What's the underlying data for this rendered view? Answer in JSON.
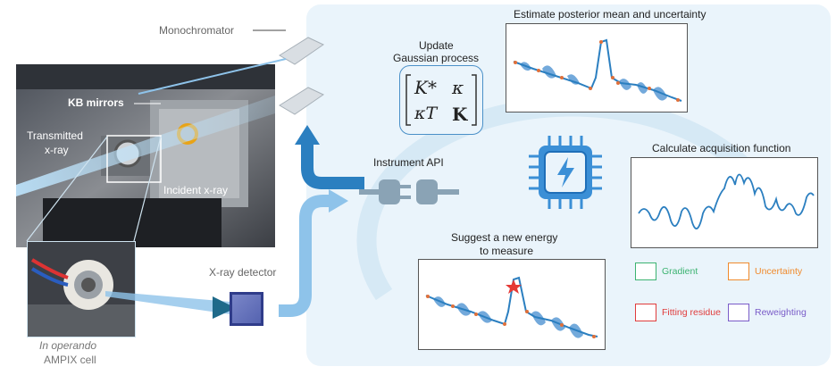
{
  "labels": {
    "monochromator": "Monochromator",
    "kb_mirrors": "KB mirrors",
    "transmitted": [
      "Transmitted",
      "x-ray"
    ],
    "incident": "Incident x-ray",
    "cell": [
      "In operando",
      "AMPIX cell"
    ],
    "detector": "X-ray detector",
    "instrument_api": "Instrument API",
    "update_gp": [
      "Update",
      "Gaussian process"
    ],
    "posterior": "Estimate posterior mean and uncertainty",
    "acquisition": "Calculate acquisition function",
    "suggest": [
      "Suggest a new energy",
      "to measure"
    ]
  },
  "matrix": {
    "r1c1": "K*",
    "r1c2": "κ",
    "r2c1": "κT",
    "r2c2": "K"
  },
  "legend": [
    {
      "label": "Gradient",
      "color": "#3cb371"
    },
    {
      "label": "Uncertainty",
      "color": "#f08a2c"
    },
    {
      "label": "Fitting residue",
      "color": "#e03c3c"
    },
    {
      "label": "Reweighting",
      "color": "#7a5cc8"
    }
  ],
  "colors": {
    "accent_blue": "#2b7fc0",
    "light_blue": "#8ec3ea",
    "panel_bg": "#eaf4fb",
    "measure_point": "#e0703a",
    "star": "#e53935"
  },
  "icons": {
    "chip": "chip-lightning-icon",
    "plug": "plug-socket-icon",
    "detector": "detector-square-icon"
  }
}
